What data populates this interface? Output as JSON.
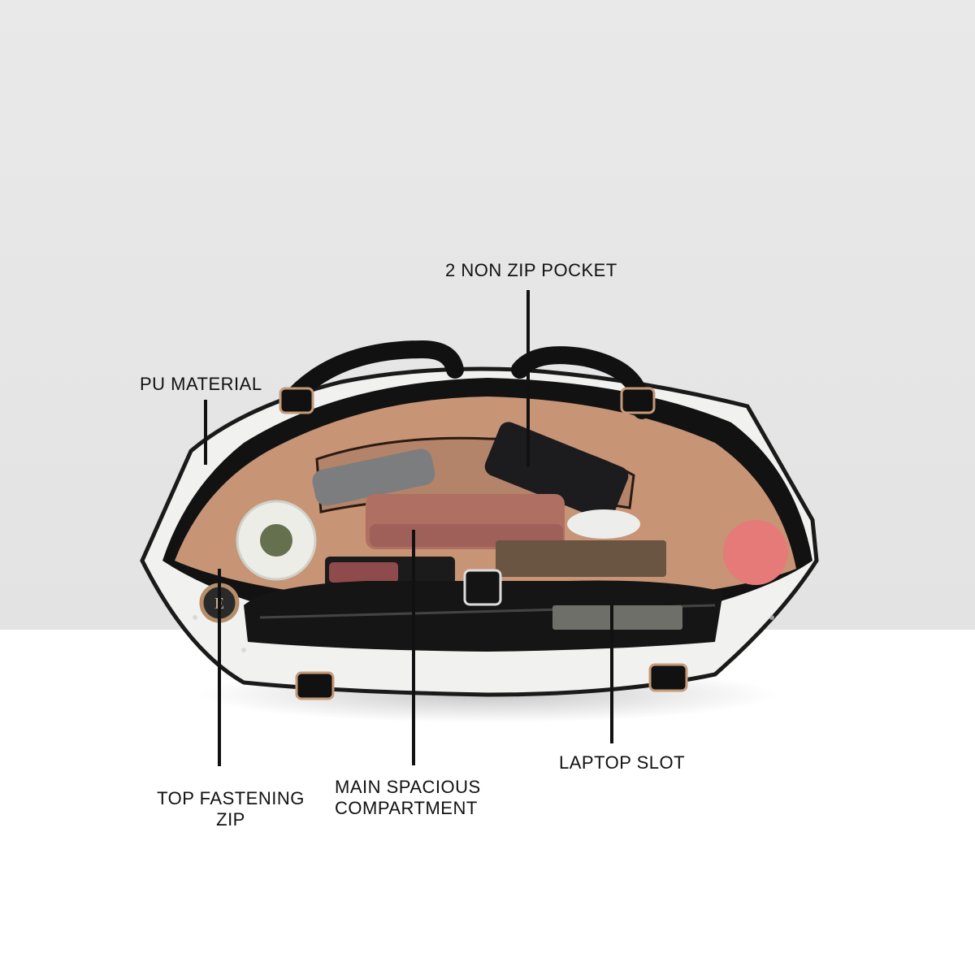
{
  "callouts": {
    "pocket": "2 NON ZIP POCKET",
    "material": "PU MATERIAL",
    "zip_line1": "TOP FASTENING",
    "zip_line2": "ZIP",
    "main_line1": "MAIN SPACIOUS",
    "main_line2": "COMPARTMENT",
    "laptop": "LAPTOP SLOT"
  },
  "colors": {
    "background_top": "#e6e6e6",
    "background_bottom": "#ffffff",
    "bag_outer": "#f2f2f0",
    "bag_trim": "#141414",
    "lining": "#c89677"
  }
}
